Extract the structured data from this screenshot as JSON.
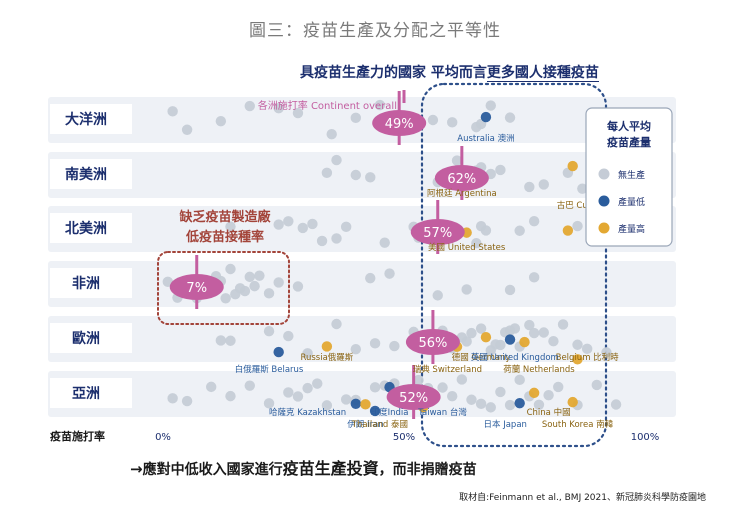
{
  "title": "圖三：疫苗生產及分配之平等性",
  "headline": {
    "part1": "具疫苗生產力的國家  平均而言",
    "part2": "更多國人接種疫苗"
  },
  "footer": {
    "arrow": "→",
    "part1": "應對中低收入國家進行",
    "part2": "疫苗生產投資",
    "part3": "，而非捐贈疫苗"
  },
  "source": "取材自:Feinmann et al., BMJ 2021、新冠肺炎科學防疫園地",
  "colors": {
    "none": "#c5ccd6",
    "low": "#2a5c9c",
    "high": "#e3a832",
    "mean": "#c35ea0",
    "row_bg": "#eef1f6",
    "dash": "#2d4f8a",
    "red_dash": "#a3443a"
  },
  "chart_data": {
    "type": "scatter",
    "xlabel": "疫苗施打率",
    "xticks": [
      {
        "value": 0,
        "label": "0%"
      },
      {
        "value": 50,
        "label": "50%"
      },
      {
        "value": 100,
        "label": "100%"
      }
    ],
    "xlim": [
      0,
      100
    ],
    "overall_label": "各洲施打率 Continent overall",
    "overall_value": 50,
    "legend": {
      "title_line1": "每人平均",
      "title_line2": "疫苗產量",
      "items": [
        {
          "key": "none",
          "label": "無生產"
        },
        {
          "key": "low",
          "label": "產量低"
        },
        {
          "key": "high",
          "label": "產量高"
        }
      ]
    },
    "annotation_low": {
      "line1": "缺乏疫苗製造廠",
      "line2": "低疫苗接種率"
    },
    "rows": [
      {
        "name": "大洋洲",
        "mean": 49,
        "mean_label": "49%",
        "none": [
          2,
          5,
          12,
          18,
          24,
          28,
          35,
          40,
          45,
          56,
          60,
          65,
          66,
          68,
          72
        ],
        "low": [
          67
        ],
        "high": [],
        "labels": [
          {
            "text": "Australia 澳洲",
            "x": 67,
            "color": "#2a5c9c"
          }
        ]
      },
      {
        "name": "南美洲",
        "mean": 62,
        "mean_label": "62%",
        "none": [
          34,
          36,
          40,
          43,
          57,
          59,
          61,
          63,
          65,
          66,
          68,
          70,
          76,
          79,
          84,
          87
        ],
        "low": [],
        "high": [
          66,
          85
        ],
        "labels": [
          {
            "text": "阿根廷 Argentina",
            "x": 62,
            "color": "#8a6412"
          },
          {
            "text": "古巴 Cuba",
            "x": 86,
            "color": "#8a6412"
          }
        ]
      },
      {
        "name": "北美洲",
        "mean": 57,
        "mean_label": "57%",
        "none": [
          14,
          24,
          26,
          29,
          31,
          33,
          36,
          38,
          46,
          52,
          53,
          58,
          65,
          66,
          67,
          74,
          77,
          86
        ],
        "low": [],
        "high": [
          63,
          84
        ],
        "labels": [
          {
            "text": "美國 United States",
            "x": 63,
            "color": "#8a6412"
          }
        ]
      },
      {
        "name": "非洲",
        "mean": 7,
        "mean_label": "7%",
        "none": [
          1,
          3,
          4,
          5,
          6,
          7,
          8,
          9,
          10,
          11,
          12,
          13,
          14,
          15,
          16,
          17,
          18,
          19,
          20,
          22,
          24,
          28,
          43,
          47,
          57,
          63,
          72,
          77
        ],
        "low": [],
        "high": [],
        "labels": []
      },
      {
        "name": "歐洲",
        "mean": 56,
        "mean_label": "56%",
        "none": [
          12,
          14,
          22,
          26,
          30,
          36,
          40,
          44,
          48,
          52,
          56,
          58,
          60,
          62,
          63,
          64,
          66,
          68,
          69,
          70,
          71,
          72,
          73,
          74,
          76,
          77,
          79,
          81,
          83,
          86,
          88,
          92
        ],
        "low": [
          24,
          72
        ],
        "high": [
          34,
          61,
          67,
          75,
          86
        ],
        "labels": [
          {
            "text": "Russia俄羅斯",
            "x": 34,
            "color": "#8a6412"
          },
          {
            "text": "瑞典 Switzerland",
            "x": 59,
            "color": "#8a6412"
          },
          {
            "text": "德國 Germany",
            "x": 66,
            "color": "#8a6412"
          },
          {
            "text": "荷蘭 Netherlands",
            "x": 78,
            "color": "#8a6412"
          },
          {
            "text": "Belgium 比利時",
            "x": 88,
            "color": "#8a6412"
          },
          {
            "text": "白俄羅斯 Belarus",
            "x": 22,
            "color": "#2a5c9c"
          },
          {
            "text": "英國 United Kingdom",
            "x": 73,
            "color": "#2a5c9c"
          }
        ]
      },
      {
        "name": "亞洲",
        "mean": 52,
        "mean_label": "52%",
        "none": [
          2,
          5,
          10,
          14,
          18,
          22,
          26,
          28,
          30,
          32,
          34,
          38,
          40,
          44,
          46,
          48,
          50,
          53,
          55,
          58,
          60,
          62,
          64,
          66,
          68,
          70,
          72,
          74,
          76,
          78,
          80,
          82,
          86,
          90,
          94
        ],
        "low": [
          40,
          44,
          47,
          74
        ],
        "high": [
          42,
          54,
          77,
          85
        ],
        "labels": [
          {
            "text": "印度India",
            "x": 47,
            "color": "#2a5c9c"
          },
          {
            "text": "伊朗 Iran",
            "x": 42,
            "color": "#2a5c9c"
          },
          {
            "text": "哈薩克 Kazakhstan",
            "x": 30,
            "color": "#2a5c9c"
          },
          {
            "text": "日本 Japan",
            "x": 71,
            "color": "#2a5c9c"
          },
          {
            "text": "China 中國",
            "x": 80,
            "color": "#8a6412"
          },
          {
            "text": "Thailand 泰國",
            "x": 45,
            "color": "#8a6412"
          },
          {
            "text": "Taiwan 台灣",
            "x": 58,
            "color": "#2a5c9c"
          },
          {
            "text": "South Korea 南韓",
            "x": 86,
            "color": "#8a6412"
          }
        ]
      }
    ]
  }
}
